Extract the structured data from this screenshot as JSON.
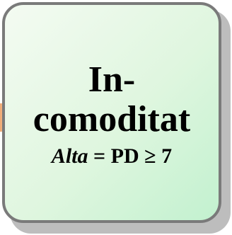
{
  "card": {
    "title_line1": "In-",
    "title_line2": "comoditat",
    "formula": {
      "term": "Alta",
      "equals": " = ",
      "expr": "PD ≥ 7"
    }
  },
  "colors": {
    "card_border": "#7a7a7a",
    "card_fill_light": "#f4fbf2",
    "card_fill_dark": "#c2f1cf",
    "connector": "#f0a872"
  }
}
